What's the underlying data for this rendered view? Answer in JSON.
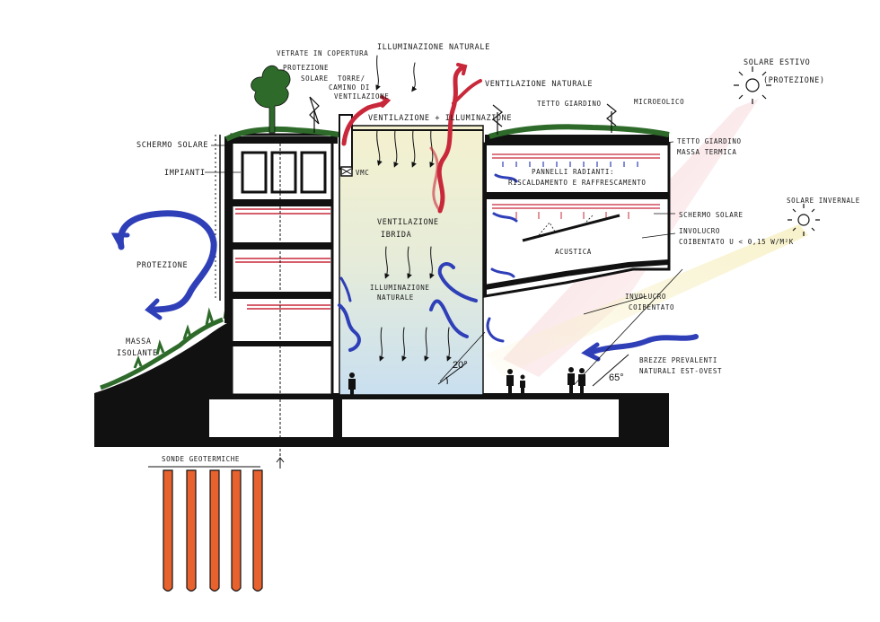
{
  "diagram": {
    "labels": {
      "illuminazione_naturale_top": "ILLUMINAZIONE NATURALE",
      "ventilazione_naturale": "VENTILAZIONE NATURALE",
      "vetrate_1": "VETRATE IN COPERTURA",
      "vetrate_2": "PROTEZIONE",
      "vetrate_3": "SOLARE",
      "camino_1": "TORRE/",
      "camino_2": "CAMINO DI",
      "camino_3": "VENTILAZIONE",
      "vent_illum": "VENTILAZIONE + ILLUMINAZIONE",
      "tetto_giardino": "TETTO GIARDINO",
      "microeolico": "MICROEOLICO",
      "solare_estivo_1": "SOLARE ESTIVO",
      "solare_estivo_2": "(PROTEZIONE)",
      "schermo_solare_left": "SCHERMO SOLARE",
      "impianti": "IMPIANTI",
      "vmc": "VMC",
      "tetto_giardino_massa_1": "TETTO GIARDINO",
      "tetto_giardino_massa_2": "MASSA TERMICA",
      "pannelli_1": "PANNELLI RADIANTI:",
      "pannelli_2": "RISCALDAMENTO E RAFFRESCAMENTO",
      "schermo_solare_right": "SCHERMO SOLARE",
      "solare_invernale": "SOLARE INVERNALE",
      "involucro_1": "INVOLUCRO",
      "involucro_2": "COIBENTATO U < 0,15 W/m²K",
      "ventilazione_ibrida_1": "VENTILAZIONE",
      "ventilazione_ibrida_2": "IBRIDA",
      "acustica": "ACUSTICA",
      "protezione": "PROTEZIONE",
      "illuminazione_naturale_mid_1": "ILLUMINAZIONE",
      "illuminazione_naturale_mid_2": "NATURALE",
      "involucro_coib_1": "INVOLUCRO",
      "involucro_coib_2": "COIBENTATO",
      "massa_isolante_1": "MASSA",
      "massa_isolante_2": "ISOLANTE",
      "brezze_1": "BREZZE PREVALENTI",
      "brezze_2": "NATURALI EST-OVEST",
      "angle_20": "20°",
      "angle_65": "65°",
      "sonde": "SONDE GEOTERMICHE"
    },
    "colors": {
      "ink": "#111111",
      "green_roof": "#2e6b2a",
      "warm_air": "#c8283a",
      "cool_air": "#2f3fb8",
      "atrium_glow": "#f3f0c8",
      "atrium_blue": "#cfe3f1",
      "geothermal": "#e8622e"
    }
  }
}
